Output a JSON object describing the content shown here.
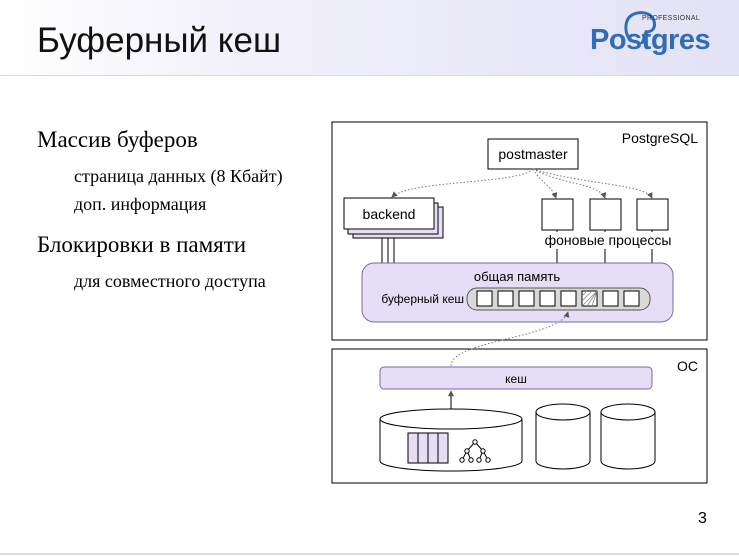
{
  "slide": {
    "title": "Буферный кеш",
    "page_number": "3"
  },
  "logo": {
    "professional": "PROFESSIONAL",
    "wordmark": "Postgres",
    "icon": "elephant-icon"
  },
  "bullets": [
    {
      "text": "Массив буферов",
      "sub": [
        "страница данных (8 Кбайт)",
        "доп. информация"
      ]
    },
    {
      "text": "Блокировки в памяти",
      "sub": [
        "для совместного доступа"
      ]
    }
  ],
  "diagram": {
    "postgres_box_label": "PostgreSQL",
    "postmaster": "postmaster",
    "backend": "backend",
    "background_processes": "фоновые процессы",
    "shared_memory": "общая память",
    "buffer_cache": "буферный кеш",
    "os_box_label": "ОС",
    "os_cache": "кеш",
    "buffer_slots": 8,
    "highlighted_slot": 5,
    "colors": {
      "memory_fill": "#e6def6",
      "memory_stroke": "#7b6aa8",
      "cache_strip": "#d9d9d9"
    }
  }
}
